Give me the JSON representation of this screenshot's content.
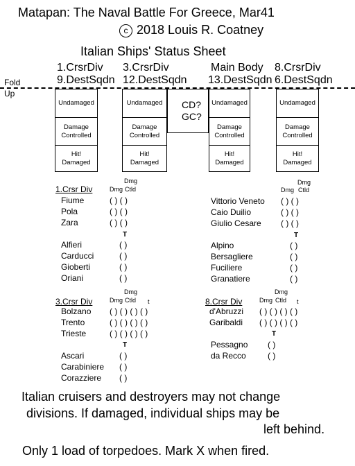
{
  "header": {
    "title": "Matapan:  The Naval Battle For Greece, Mar41",
    "copyright_symbol": "c",
    "copyright_text": "2018 Louis R. Coatney",
    "sheet_title": "Italian Ships' Status Sheet"
  },
  "fold": {
    "fold_label": "Fold",
    "up_label": "Up"
  },
  "columns": [
    {
      "line1": "1.CrsrDiv",
      "line2": "9.DestSqdn"
    },
    {
      "line1": "3.CrsrDiv",
      "line2": "12.DestSqdn"
    },
    {
      "line1": "Main Body",
      "line2": "13.DestSqdn"
    },
    {
      "line1": "8.CrsrDiv",
      "line2": "6.DestSqdn"
    }
  ],
  "status_box": {
    "undamaged": "Undamaged",
    "controlled_1": "Damage",
    "controlled_2": "Controlled",
    "hit_1": "Hit!",
    "hit_2": "Damaged"
  },
  "cdgc": {
    "cd": "CD?",
    "gc": "GC?"
  },
  "headers": {
    "dmg": "Dmg",
    "dmg_top": "Dmg",
    "ctld": "Ctld",
    "t_small": "t",
    "t_big": "T"
  },
  "div1": {
    "title": "1.Crsr Div",
    "ships": [
      "Fiume",
      "Pola",
      "Zara"
    ],
    "dest": [
      "Alfieri",
      "Carducci",
      "Gioberti",
      "Oriani"
    ]
  },
  "main": {
    "ships": [
      "Vittorio Veneto",
      "Caio Duilio",
      "Giulio Cesare"
    ],
    "dest": [
      "Alpino",
      "Bersagliere",
      "Fuciliere",
      "Granatiere"
    ]
  },
  "div3": {
    "title": "3.Crsr Div",
    "ships": [
      "Bolzano",
      "Trento",
      "Trieste"
    ],
    "dest": [
      "Ascari",
      "Carabiniere",
      "Corazziere"
    ]
  },
  "div8": {
    "title": "8.Crsr Div",
    "ships": [
      "d'Abruzzi",
      "Garibaldi"
    ],
    "dest": [
      "Pessagno",
      "da Recco"
    ]
  },
  "marks": {
    "p2": "(  )  (  )",
    "p4": "(  )  (  )  (  )",
    "p4d": "(  )  (  )  (  )  (  )",
    "p1": "(  )"
  },
  "footer": {
    "line1": "Italian cruisers and destroyers may not change",
    "line2": "divisions. If damaged, individual ships may be",
    "line3": "left behind.",
    "line4": "Only 1 load of torpedoes.  Mark X when fired."
  }
}
